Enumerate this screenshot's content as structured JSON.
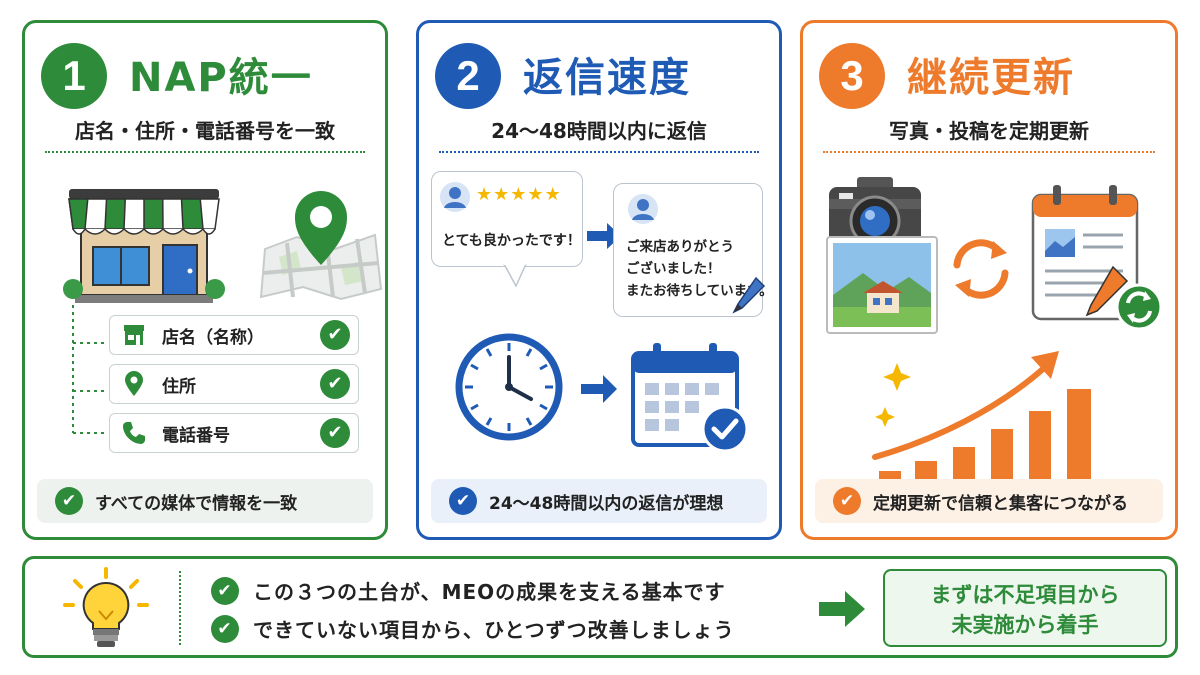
{
  "cards": [
    {
      "number": "1",
      "title": "NAP統一",
      "subtitle": "店名・住所・電話番号を一致",
      "checklist": [
        "店名（名称）",
        "住所",
        "電話番号"
      ],
      "footer": "すべての媒体で情報を一致",
      "color": "#2e8b3a"
    },
    {
      "number": "2",
      "title": "返信速度",
      "subtitle": "24〜48時間以内に返信",
      "review_text": "とても良かったです！",
      "review_stars": 5,
      "reply_lines": [
        "ご来店ありがとう",
        "ございました！",
        "またお待ちしています。"
      ],
      "footer": "24〜48時間以内の返信が理想",
      "color": "#1f5bb5"
    },
    {
      "number": "3",
      "title": "継続更新",
      "subtitle": "写真・投稿を定期更新",
      "footer": "定期更新で信頼と集客につながる",
      "color": "#ee7a2c"
    }
  ],
  "bottom": {
    "lines": [
      "この３つの土台が、MEOの成果を支える基本です",
      "できていない項目から、ひとつずつ改善しましょう"
    ],
    "cta_lines": [
      "まずは不足項目から",
      "未実施から着手"
    ]
  },
  "icons": [
    "storefront-icon",
    "map-pin-icon",
    "shop-small-icon",
    "location-pin-icon",
    "phone-icon",
    "check-icon",
    "user-avatar-icon",
    "star-icon",
    "pencil-icon",
    "clock-icon",
    "calendar-icon",
    "camera-icon",
    "photo-icon",
    "refresh-icon",
    "document-icon",
    "sparkle-icon",
    "growth-chart-icon",
    "lightbulb-icon",
    "arrow-right-icon"
  ]
}
